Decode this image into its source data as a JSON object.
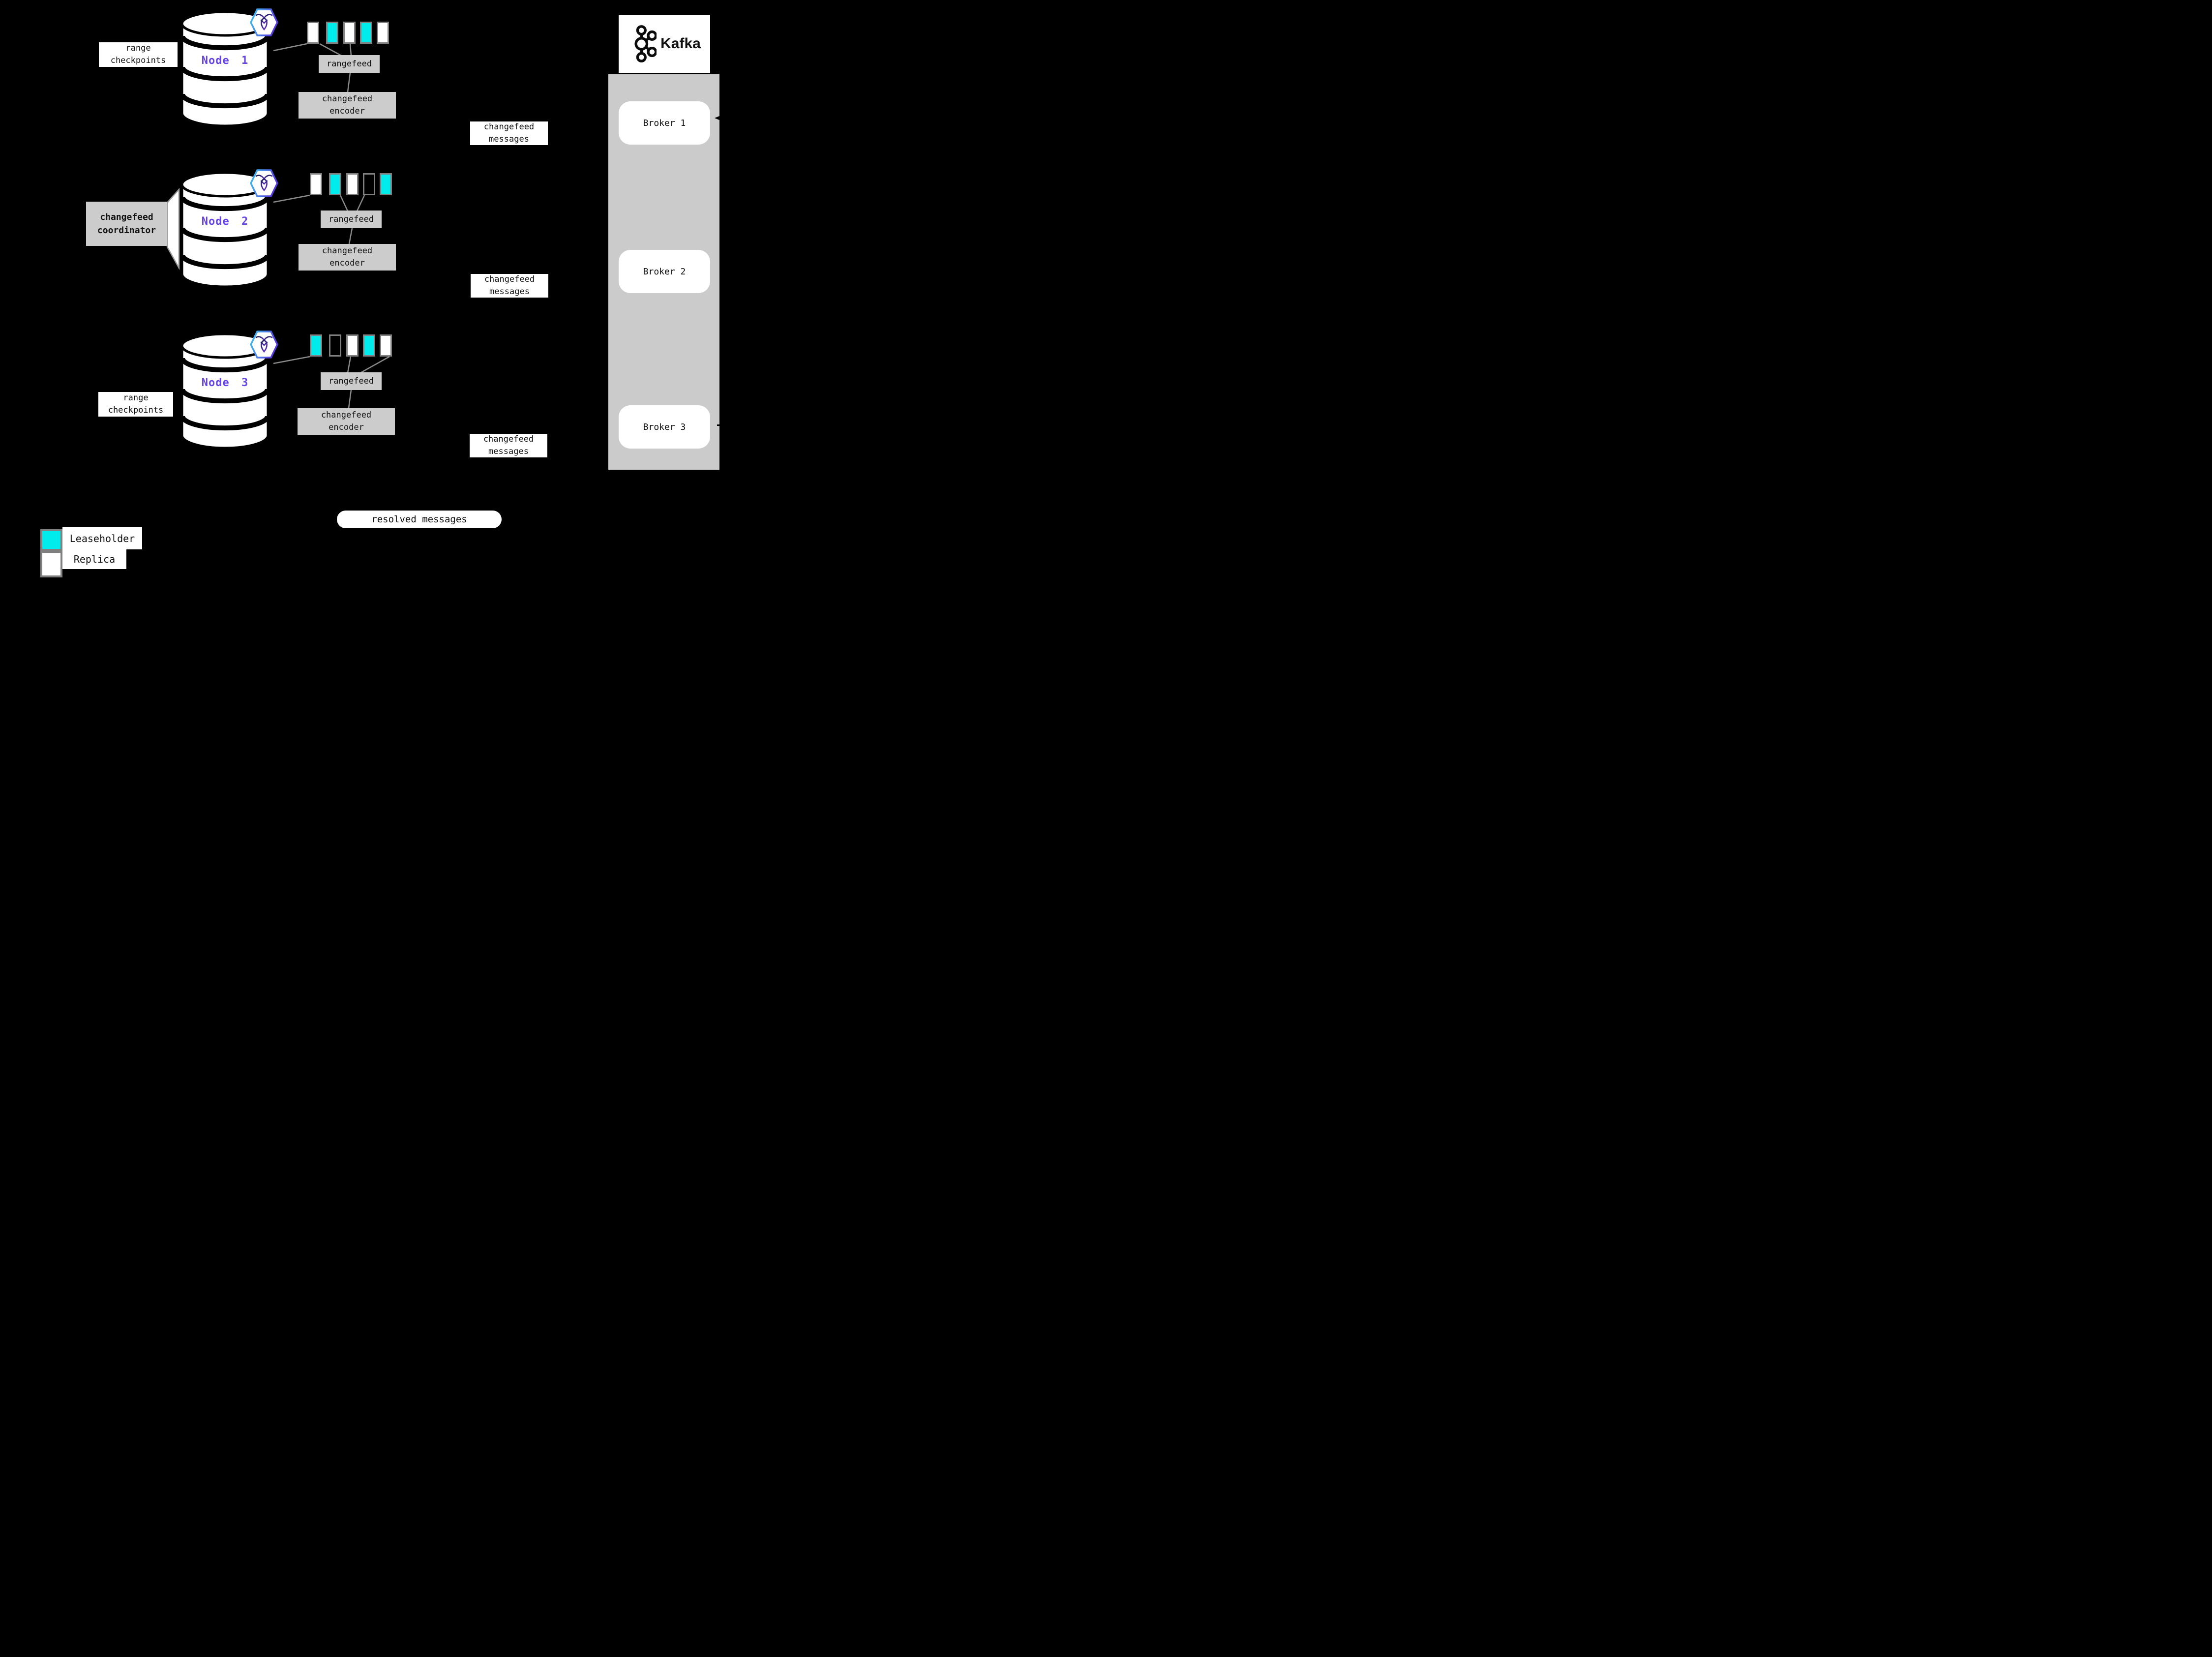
{
  "colors": {
    "background": "#000000",
    "leaseholder": "#00ECEC",
    "replica": "#FFFFFF",
    "node_label": "#6644E8",
    "box_gray": "#CCCCCC",
    "panel_gray": "#CBCBCB",
    "border_gray": "#808080",
    "line_gray": "#8A8A8A",
    "hex_border_start": "#3EC6F0",
    "hex_border_end": "#5438DC",
    "glyph_start": "#151B54",
    "glyph_end": "#5F2DBE"
  },
  "labels": {
    "range_checkpoints_line1": "range",
    "range_checkpoints_line2": "checkpoints",
    "rangefeed": "rangefeed",
    "encoder_line1": "changefeed",
    "encoder_line2": "encoder",
    "messages_line1": "changefeed",
    "messages_line2": "messages",
    "coordinator_line1": "changefeed",
    "coordinator_line2": "coordinator",
    "resolved_messages": "resolved messages"
  },
  "nodes": [
    {
      "label": "Node 1",
      "ranges": [
        "replica",
        "leaseholder",
        "replica",
        "leaseholder",
        "replica"
      ]
    },
    {
      "label": "Node 2",
      "ranges": [
        "replica",
        "leaseholder",
        "replica",
        "empty",
        "leaseholder"
      ]
    },
    {
      "label": "Node 3",
      "ranges": [
        "leaseholder",
        "empty",
        "replica",
        "leaseholder",
        "replica"
      ]
    }
  ],
  "kafka": {
    "title": "Kafka",
    "brokers": [
      {
        "label": "Broker 1"
      },
      {
        "label": "Broker 2"
      },
      {
        "label": "Broker 3"
      }
    ]
  },
  "legend": [
    {
      "kind": "leaseholder",
      "label": "Leaseholder"
    },
    {
      "kind": "replica",
      "label": "Replica"
    }
  ]
}
